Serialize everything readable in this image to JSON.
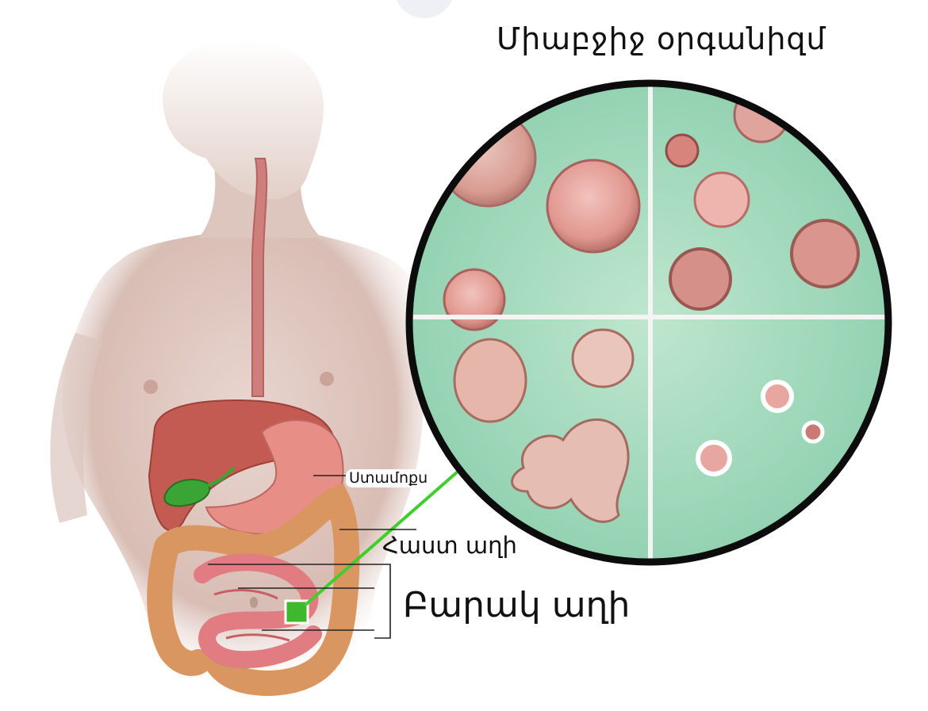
{
  "title": "Միաբջիջ օրգանիզմ",
  "labels": {
    "stomach": "Ստամոքս",
    "large_intestine": "Հաստ աղի",
    "small_intestine": "Բարակ աղի"
  },
  "colors": {
    "skin": "#ddc3bb",
    "liver": "#c45b52",
    "gallbladder": "#3aa534",
    "colon": "#d99661",
    "small_intestine": "#e07c82",
    "micro_background": "#a9dcc0",
    "cell": "#e6a39c",
    "pointer": "#3fcf2d"
  }
}
